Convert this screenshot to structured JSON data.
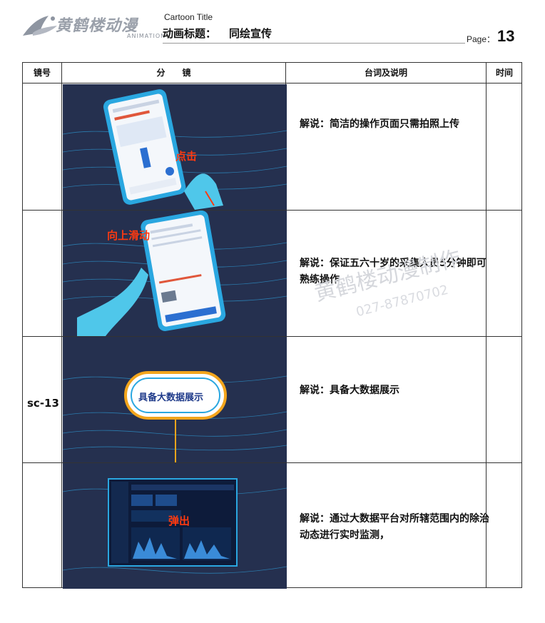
{
  "header": {
    "logo_text": "黄鹤楼动漫",
    "logo_sub": "ANIMATION",
    "cartoon_title_label": "Cartoon Title",
    "title_label": "动画标题：",
    "title_value": "同绘宣传",
    "page_label": "Page：",
    "page_number": "13"
  },
  "table": {
    "columns": [
      "镜号",
      "分　　镜",
      "台词及说明",
      "时间"
    ],
    "shot_id": "sc-13",
    "rows": [
      {
        "overlay": "点击",
        "desc_prefix": "解说：",
        "desc": "简洁的操作页面只需拍照上传"
      },
      {
        "overlay": "向上滑动",
        "desc_prefix": "解说：",
        "desc": "保证五六十岁的采集人员5分钟即可熟练操作"
      },
      {
        "overlay": "具备大数据展示",
        "desc_prefix": "解说：",
        "desc": "具备大数据展示"
      },
      {
        "overlay": "弹出",
        "desc_prefix": "解说：",
        "desc": "通过大数据平台对所辖范围内的除治动态进行实时监测，"
      }
    ]
  },
  "watermark": {
    "text": "黄鹤楼动漫制作",
    "phone": "027-87870702"
  },
  "colors": {
    "scene_bg": "#25304f",
    "accent": "#ff3a10",
    "frame": "#2aa7e0",
    "capsule_border": "#f3a51c"
  }
}
